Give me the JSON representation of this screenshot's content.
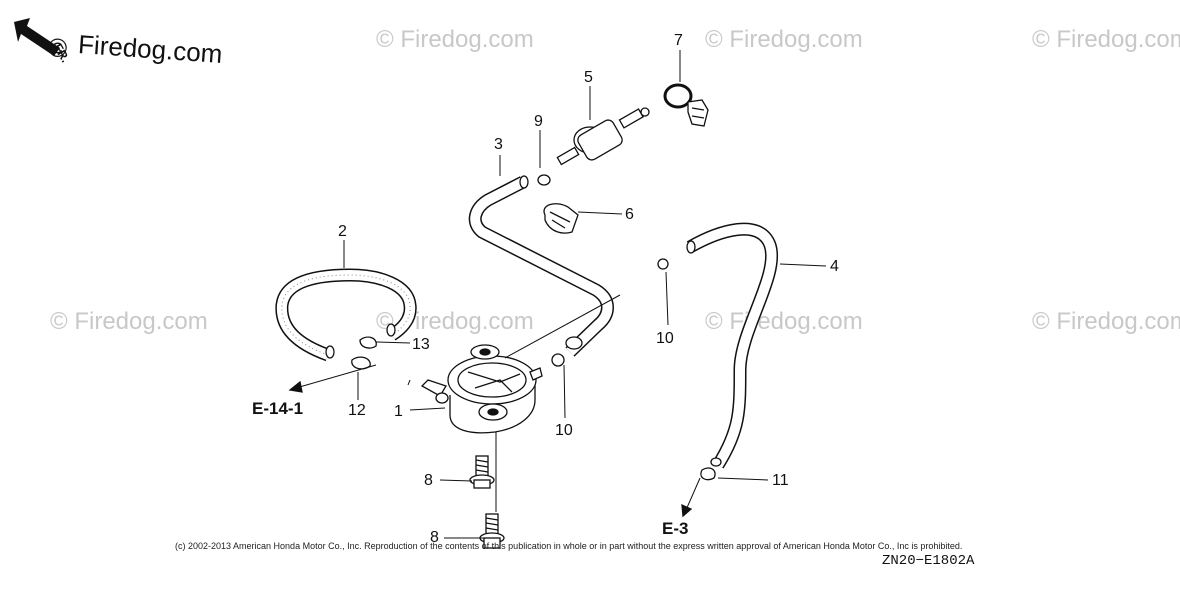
{
  "watermark": {
    "brand": "© Firedog.com",
    "brand_top_left": "Firedog.com",
    "copyright_glyph": "©"
  },
  "orientation": {
    "label": "FR."
  },
  "parts": {
    "p1": "1",
    "p2": "2",
    "p3": "3",
    "p4": "4",
    "p5": "5",
    "p6": "6",
    "p7": "7",
    "p8a": "8",
    "p8b": "8",
    "p9": "9",
    "p10a": "10",
    "p10b": "10",
    "p11": "11",
    "p12": "12",
    "p13": "13"
  },
  "refs": {
    "e14": "E-14-1",
    "e3": "E-3"
  },
  "footer": {
    "copyright": "(c) 2002-2013 American Honda Motor Co., Inc. Reproduction of the contents of this publication in whole or in part without the express written approval of American Honda Motor Co., Inc is prohibited.",
    "diagram_code": "ZN20−E1802A"
  },
  "colors": {
    "line": "#111111",
    "watermark": "#c8c8c8",
    "background": "#ffffff"
  }
}
